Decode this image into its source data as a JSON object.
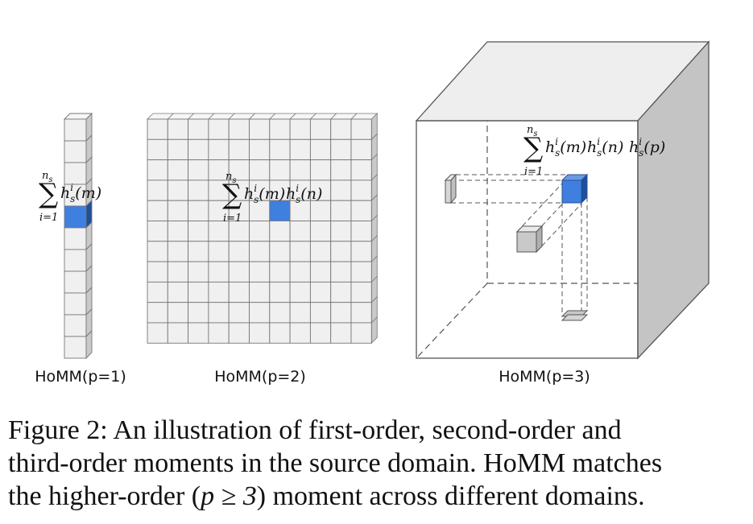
{
  "panels": [
    {
      "label": "HoMM(p=1)",
      "formula": {
        "sum_top": "n",
        "sum_top_sub": "s",
        "sum_bottom": "i=1",
        "terms": [
          {
            "sup": "i",
            "arg": "m"
          }
        ]
      }
    },
    {
      "label": "HoMM(p=2)",
      "formula": {
        "sum_top": "n",
        "sum_top_sub": "s",
        "sum_bottom": "i=1",
        "terms": [
          {
            "sup": "i",
            "arg": "m"
          },
          {
            "sup": "i",
            "arg": "n"
          }
        ]
      }
    },
    {
      "label": "HoMM(p=3)",
      "formula": {
        "sum_top": "n",
        "sum_top_sub": "s",
        "sum_bottom": "i=1",
        "terms": [
          {
            "sup": "i",
            "arg": "m"
          },
          {
            "sup": "i",
            "arg": "n"
          },
          {
            "sup": "i",
            "arg": "p"
          }
        ]
      }
    }
  ],
  "formula_letters": {
    "sum_sign": "∑",
    "h": "h",
    "h_sub": "s"
  },
  "caption": {
    "line1": "Figure 2: An illustration of first-order, second-order and",
    "line2": "third-order moments in the source domain. HoMM matches",
    "line3_a": "the higher-order (",
    "line3_math": "p ≥ 3",
    "line3_b": ") moment across different domains."
  },
  "colors": {
    "highlight": "#3f7fe0",
    "highlight_side": "#1f4f96",
    "cell": "#f0f0f0",
    "cell_side": "#c9c9c9",
    "cube_side": "#c4c4c4"
  }
}
